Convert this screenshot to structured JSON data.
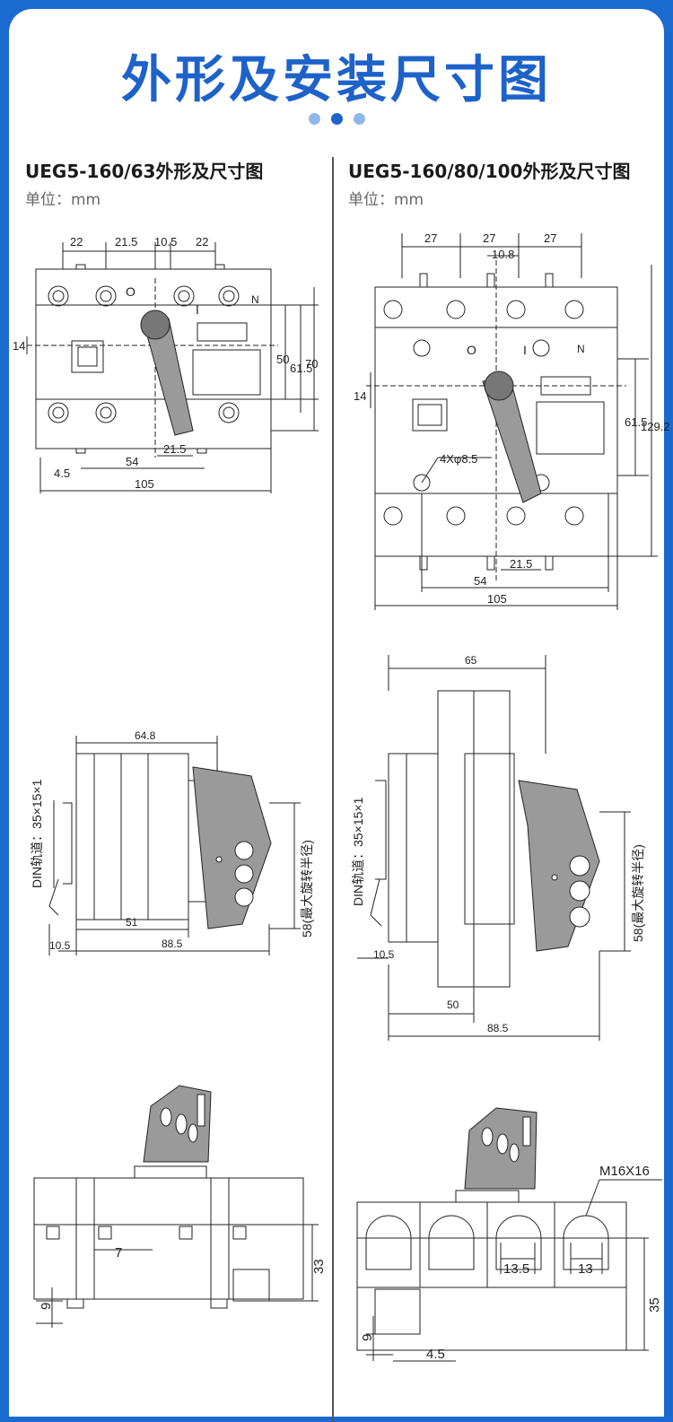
{
  "header": {
    "title": "外形及安装尺寸图",
    "pager_dots": 3,
    "active_dot": 1
  },
  "left": {
    "model_title": "UEG5-160/63外形及尺寸图",
    "unit_label": "单位：mm",
    "front": {
      "d1": "22",
      "d2": "21.5",
      "d3": "10.5",
      "d4": "22",
      "d5": "14",
      "d6": "50",
      "d7": "61.5",
      "d8": "70",
      "d9": "21.5",
      "d10": "4.5",
      "d11": "54",
      "d12": "105",
      "sym_o": "O",
      "sym_i": "I",
      "sym_n": "N"
    },
    "side": {
      "d1": "64.8",
      "rail": "DIN轨道：35×15×1",
      "d2": "58(最大旋转半径)",
      "d3": "51",
      "d4": "10.5",
      "d5": "88.5"
    },
    "bottom": {
      "d1": "7",
      "d2": "33",
      "d3": "9"
    }
  },
  "right": {
    "model_title": "UEG5-160/80/100外形及尺寸图",
    "unit_label": "单位：mm",
    "front": {
      "d1": "27",
      "d2": "27",
      "d3": "27",
      "d4": "10.8",
      "d5": "14",
      "d6": "4Xφ8.5",
      "d7": "61.5",
      "d8": "129.2",
      "d9": "21.5",
      "d10": "54",
      "d11": "105",
      "sym_o": "O",
      "sym_i": "I",
      "sym_n": "N"
    },
    "side": {
      "d1": "65",
      "rail": "DIN轨道：35×15×1",
      "d2": "58(最大旋转半径)",
      "d3": "10.5",
      "d4": "50",
      "d5": "88.5"
    },
    "bottom": {
      "d1": "M16X16",
      "d2": "13.5",
      "d3": "13",
      "d4": "35",
      "d5": "9",
      "d6": "4.5"
    }
  }
}
